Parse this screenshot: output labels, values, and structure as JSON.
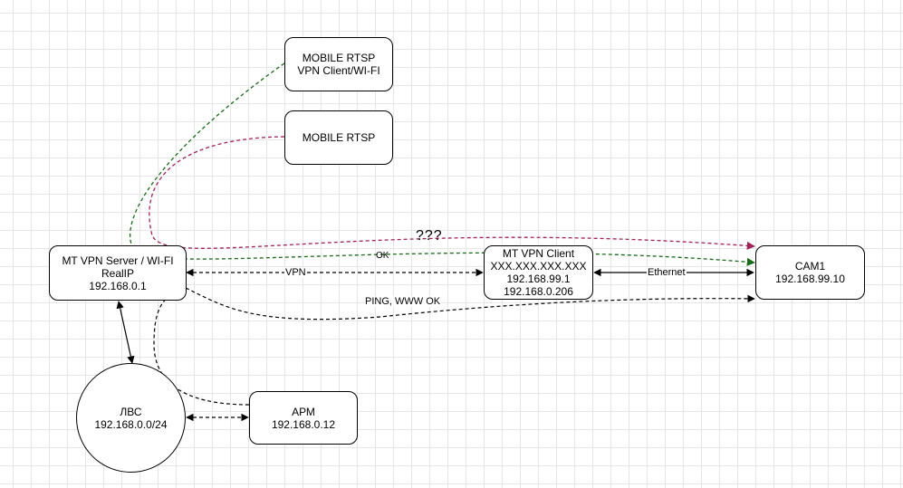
{
  "nodes": {
    "mobile_vpn": {
      "lines": [
        "MOBILE RTSP",
        "VPN Client/WI-FI"
      ]
    },
    "mobile_rtsp": {
      "lines": [
        "MOBILE RTSP"
      ]
    },
    "server": {
      "lines": [
        "MT VPN Server / WI-FI",
        "RealIP",
        "192.168.0.1"
      ]
    },
    "client": {
      "lines": [
        "MT VPN Client",
        "XXX.XXX.XXX.XXX",
        "192.168.99.1",
        "192.168.0.206"
      ]
    },
    "cam1": {
      "lines": [
        "CAM1",
        "192.168.99.10"
      ]
    },
    "lan": {
      "lines": [
        "ЛВС",
        "192.168.0.0/24"
      ]
    },
    "arm": {
      "lines": [
        "АРМ",
        "192.168.0.12"
      ]
    }
  },
  "edge_labels": {
    "unknown": "???",
    "ok": "OK",
    "vpn": "VPN",
    "ethernet": "Ethernet",
    "ping": "PING, WWW OK"
  },
  "colors": {
    "green": "#1a6b1a",
    "magenta": "#a0225a",
    "black": "#000000"
  }
}
